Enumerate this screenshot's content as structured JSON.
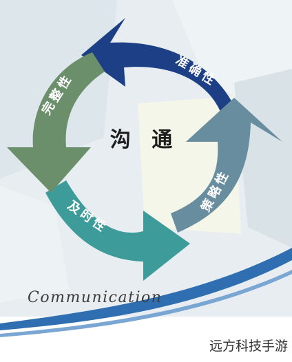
{
  "diagram": {
    "center_label": "沟 通",
    "segments": [
      {
        "id": "accuracy",
        "label": "准确性",
        "color": "#1c3f86"
      },
      {
        "id": "strategy",
        "label": "策略性",
        "color": "#688d9f"
      },
      {
        "id": "timeliness",
        "label": "及时性",
        "color": "#3d9c9a"
      },
      {
        "id": "completeness",
        "label": "完整性",
        "color": "#6a8f6a"
      }
    ],
    "caption": "Communication"
  },
  "watermark": "远方科技手游",
  "colors": {
    "background": "#e9eef1",
    "text_dark": "#1d1d1d",
    "label_white": "#ffffff",
    "swoosh_blue": "#2f6fb1",
    "panel_light": "#f5f8fb"
  }
}
